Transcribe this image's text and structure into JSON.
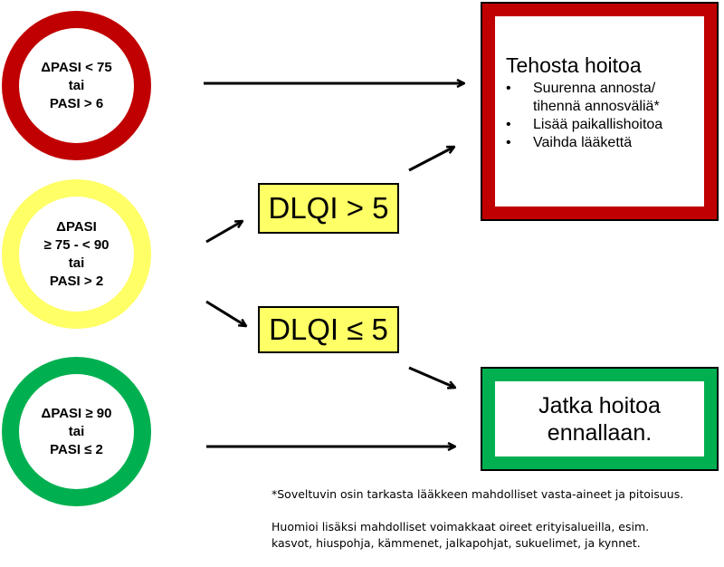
{
  "circles": {
    "red": {
      "lines": [
        "ΔPASI < 75",
        "tai",
        "PASI > 6"
      ],
      "color": "#c00000"
    },
    "yellow": {
      "lines": [
        "ΔPASI",
        "≥ 75 - < 90",
        "tai",
        "PASI > 2"
      ],
      "color": "#ffff66"
    },
    "green": {
      "lines": [
        "ΔPASI ≥ 90",
        "tai",
        "PASI ≤ 2"
      ],
      "color": "#00b050"
    }
  },
  "dlqi": {
    "high": "DLQI > 5",
    "low": "DLQI ≤ 5",
    "color": "#ffff66"
  },
  "outcomes": {
    "intensify": {
      "title": "Tehosta hoitoa",
      "items": [
        "Suurenna annosta/ tihennä annosväliä*",
        "Lisää paikallishoitoa",
        "Vaihda lääkettä"
      ],
      "color": "#c00000"
    },
    "continue": {
      "lines": [
        "Jatka hoitoa",
        "ennallaan."
      ],
      "color": "#00b050"
    }
  },
  "notes": {
    "footnote": "*Soveltuvin osin tarkasta lääkkeen mahdolliset vasta-aineet ja pitoisuus.",
    "consider_line1": "Huomioi lisäksi mahdolliset voimakkaat oireet erityisalueilla, esim.",
    "consider_line2": "kasvot, hiuspohja, kämmenet, jalkapohjat, sukuelimet, ja kynnet."
  }
}
